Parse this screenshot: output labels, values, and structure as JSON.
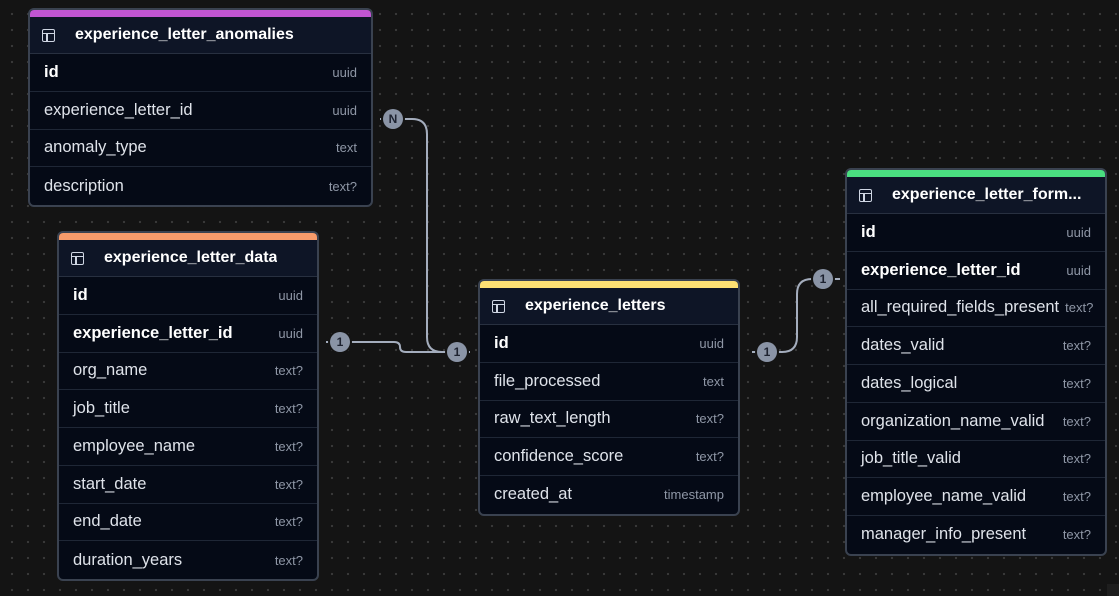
{
  "tables": {
    "anomalies": {
      "name": "experience_letter_anomalies",
      "accent": "#c055d2",
      "columns": [
        {
          "name": "id",
          "type": "uuid",
          "key": true
        },
        {
          "name": "experience_letter_id",
          "type": "uuid",
          "key": false
        },
        {
          "name": "anomaly_type",
          "type": "text",
          "key": false
        },
        {
          "name": "description",
          "type": "text?",
          "key": false
        }
      ]
    },
    "data": {
      "name": "experience_letter_data",
      "accent": "#f79b6b",
      "columns": [
        {
          "name": "id",
          "type": "uuid",
          "key": true
        },
        {
          "name": "experience_letter_id",
          "type": "uuid",
          "key": true
        },
        {
          "name": "org_name",
          "type": "text?",
          "key": false
        },
        {
          "name": "job_title",
          "type": "text?",
          "key": false
        },
        {
          "name": "employee_name",
          "type": "text?",
          "key": false
        },
        {
          "name": "start_date",
          "type": "text?",
          "key": false
        },
        {
          "name": "end_date",
          "type": "text?",
          "key": false
        },
        {
          "name": "duration_years",
          "type": "text?",
          "key": false
        }
      ]
    },
    "letters": {
      "name": "experience_letters",
      "accent": "#fde073",
      "columns": [
        {
          "name": "id",
          "type": "uuid",
          "key": true
        },
        {
          "name": "file_processed",
          "type": "text",
          "key": false
        },
        {
          "name": "raw_text_length",
          "type": "text?",
          "key": false
        },
        {
          "name": "confidence_score",
          "type": "text?",
          "key": false
        },
        {
          "name": "created_at",
          "type": "timestamp",
          "key": false
        }
      ]
    },
    "format": {
      "name": "experience_letter_form...",
      "accent": "#4ade80",
      "columns": [
        {
          "name": "id",
          "type": "uuid",
          "key": true
        },
        {
          "name": "experience_letter_id",
          "type": "uuid",
          "key": true
        },
        {
          "name": "all_required_fields_present",
          "type": "text?",
          "key": false
        },
        {
          "name": "dates_valid",
          "type": "text?",
          "key": false
        },
        {
          "name": "dates_logical",
          "type": "text?",
          "key": false
        },
        {
          "name": "organization_name_valid",
          "type": "text?",
          "key": false
        },
        {
          "name": "job_title_valid",
          "type": "text?",
          "key": false
        },
        {
          "name": "employee_name_valid",
          "type": "text?",
          "key": false
        },
        {
          "name": "manager_info_present",
          "type": "text?",
          "key": false
        }
      ]
    }
  },
  "relations": [
    {
      "id": "anomalies-to-letters",
      "from_label": "N",
      "to_label": "1"
    },
    {
      "id": "data-to-letters",
      "from_label": "1",
      "to_label": "1"
    },
    {
      "id": "format-to-letters",
      "from_label": "1",
      "to_label": "1"
    }
  ],
  "colors": {
    "background": "#141414",
    "edge": "#a4adbd",
    "badge": "#8a94a6"
  }
}
